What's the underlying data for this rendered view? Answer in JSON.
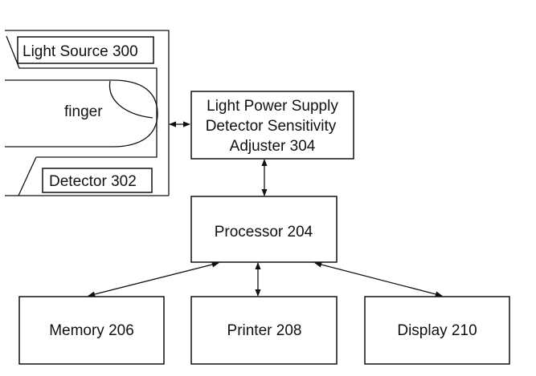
{
  "labels": {
    "light_source": "Light Source 300",
    "finger": "finger",
    "detector": "Detector 302",
    "adjuster_line1": "Light Power Supply",
    "adjuster_line2": "Detector Sensitivity",
    "adjuster_line3": "Adjuster 304",
    "processor": "Processor 204",
    "memory": "Memory 206",
    "printer": "Printer 208",
    "display": "Display 210"
  },
  "colors": {
    "stroke": "#111111",
    "background": "#ffffff"
  }
}
